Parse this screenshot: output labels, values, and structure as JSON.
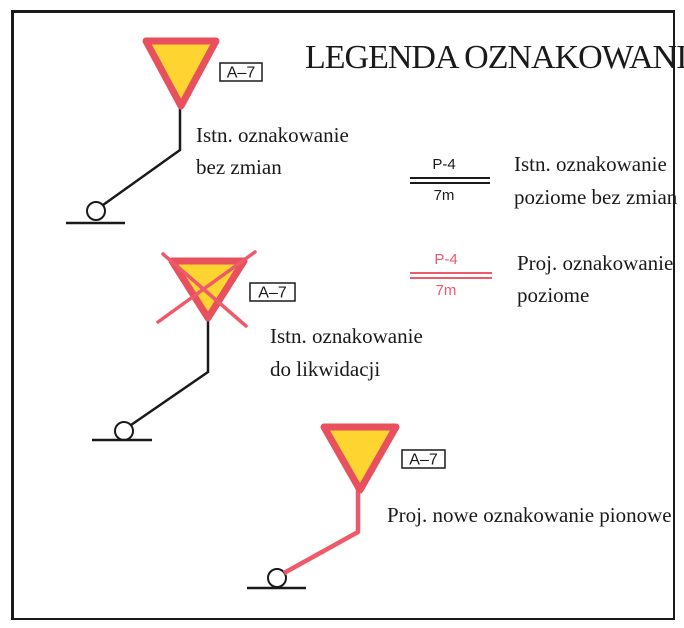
{
  "title": "LEGENDA OZNAKOWANIA",
  "colors": {
    "ink": "#1a1a1a",
    "sign_fill": "#fed430",
    "sign_border": "#e8505e",
    "proposed": "#ee5a6a"
  },
  "signs": [
    {
      "code": "A–7",
      "status": "existing",
      "lines": [
        "Istn. oznakowanie",
        "bez zmian"
      ]
    },
    {
      "code": "A–7",
      "status": "to-remove",
      "lines": [
        "Istn. oznakowanie",
        "do likwidacji"
      ]
    },
    {
      "code": "A–7",
      "status": "proposed",
      "lines": [
        "Proj. nowe oznakowanie pionowe"
      ]
    }
  ],
  "markings": [
    {
      "code": "P-4",
      "width": "7m",
      "status": "existing",
      "lines": [
        "Istn. oznakowanie",
        "poziome bez zmian"
      ]
    },
    {
      "code": "P-4",
      "width": "7m",
      "status": "proposed",
      "lines": [
        "Proj. oznakowanie",
        "poziome"
      ]
    }
  ]
}
